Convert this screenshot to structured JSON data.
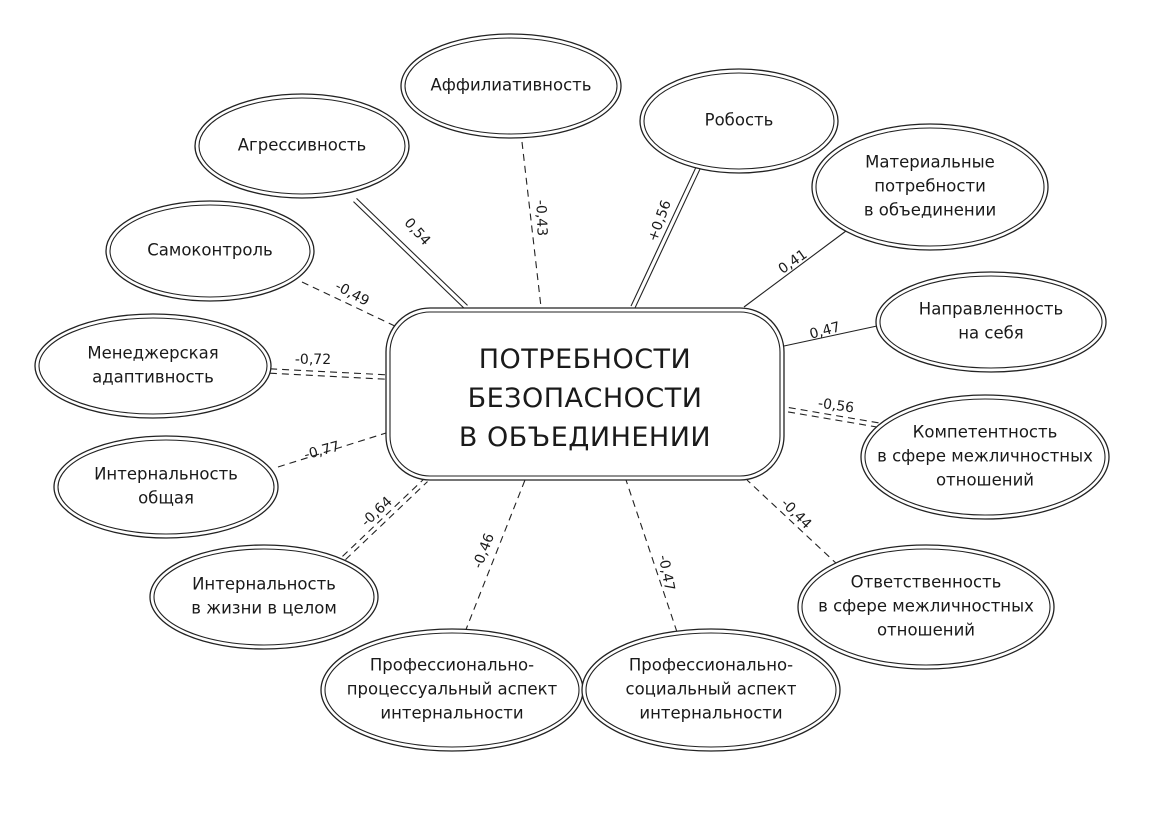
{
  "center": {
    "lines": [
      "ПОТРЕБНОСТИ",
      "БЕЗОПАСНОСТИ",
      "В ОБЪЕДИНЕНИИ"
    ]
  },
  "nodes": [
    {
      "id": "affiliation",
      "lines": [
        "Аффилиативность"
      ],
      "coef": "-0,43",
      "line_style": "dashed"
    },
    {
      "id": "timidity",
      "lines": [
        "Робость"
      ],
      "coef": "+0,56",
      "line_style": "double"
    },
    {
      "id": "aggression",
      "lines": [
        "Агрессивность"
      ],
      "coef": "0,54",
      "line_style": "double"
    },
    {
      "id": "material-needs",
      "lines": [
        "Материальные",
        "потребности",
        "в объединении"
      ],
      "coef": "0,41",
      "line_style": "solid"
    },
    {
      "id": "self-control",
      "lines": [
        "Самоконтроль"
      ],
      "coef": "-0,49",
      "line_style": "dashed"
    },
    {
      "id": "self-orientation",
      "lines": [
        "Направленность",
        "на себя"
      ],
      "coef": "0,47",
      "line_style": "solid"
    },
    {
      "id": "manager-adaptivity",
      "lines": [
        "Менеджерская",
        "адаптивность"
      ],
      "coef": "-0,72",
      "line_style": "double-dashed"
    },
    {
      "id": "interpersonal-competence",
      "lines": [
        "Компетентность",
        "в сфере межличностных",
        "отношений"
      ],
      "coef": "-0,56",
      "line_style": "double-dashed"
    },
    {
      "id": "internality-general",
      "lines": [
        "Интернальность",
        "общая"
      ],
      "coef": "-0,77",
      "line_style": "dashed"
    },
    {
      "id": "interpersonal-responsibility",
      "lines": [
        "Ответственность",
        "в сфере межличностных",
        "отношений"
      ],
      "coef": "-0,44",
      "line_style": "dashed"
    },
    {
      "id": "internality-life",
      "lines": [
        "Интернальность",
        "в жизни в целом"
      ],
      "coef": "-0,64",
      "line_style": "double-dashed"
    },
    {
      "id": "prof-process",
      "lines": [
        "Профессионально-",
        "процессуальный аспект",
        "интернальности"
      ],
      "coef": "-0,46",
      "line_style": "dashed"
    },
    {
      "id": "prof-social",
      "lines": [
        "Профессионально-",
        "социальный аспект",
        "интернальности"
      ],
      "coef": "-0,47",
      "line_style": "dashed"
    }
  ],
  "colors": {
    "stroke": "#222222",
    "text": "#1a1a1a",
    "background": "#ffffff"
  }
}
